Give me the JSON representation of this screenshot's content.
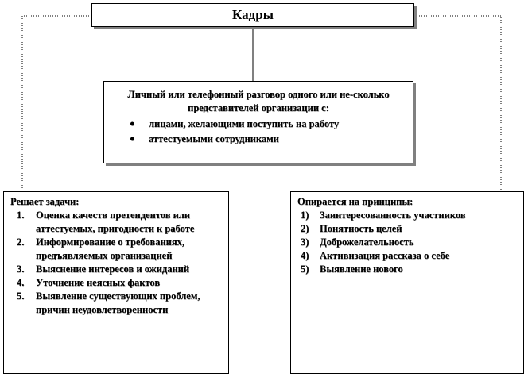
{
  "top": {
    "title": "Кадры"
  },
  "middle": {
    "heading": "Личный или телефонный разговор одного или не-сколько представителей организации с:",
    "bullets": [
      "лицами, желающими поступить на работу",
      "аттестуемыми сотрудниками"
    ]
  },
  "left": {
    "heading": "Решает задачи:",
    "items": [
      {
        "num": "1.",
        "text": "Оценка качеств претендентов или аттестуемых, пригодности к работе"
      },
      {
        "num": "2.",
        "text": "Информирование о требованиях, предъявляемых организацией"
      },
      {
        "num": "3.",
        "text": "Выяснение интересов и ожиданий"
      },
      {
        "num": "4.",
        "text": "Уточнение неясных фактов"
      },
      {
        "num": "5.",
        "text": "Выявление существующих проблем, причин неудовлетворенности"
      }
    ]
  },
  "right": {
    "heading": "Опирается на принципы:",
    "items": [
      {
        "num": "1)",
        "text": "Заинтересованность участников"
      },
      {
        "num": "2)",
        "text": "Понятность целей"
      },
      {
        "num": "3)",
        "text": "Доброжелательность"
      },
      {
        "num": "4)",
        "text": "Активизация рассказа о себе"
      },
      {
        "num": "5)",
        "text": "Выявление нового"
      }
    ]
  },
  "style": {
    "border": "#000000",
    "shadow": "#808080",
    "connector": "#000000"
  }
}
